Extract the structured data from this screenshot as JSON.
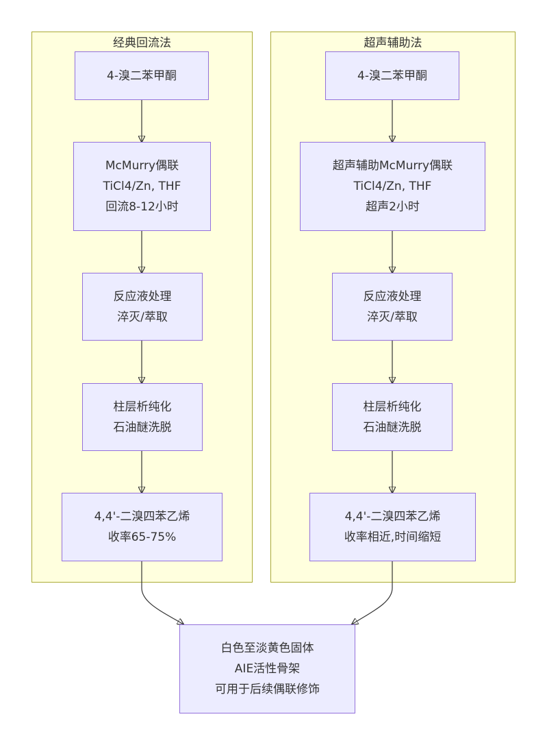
{
  "clusters": {
    "classic": {
      "title": "经典回流法"
    },
    "ultrasonic": {
      "title": "超声辅助法"
    }
  },
  "classic": {
    "start": {
      "line1": "4-溴二苯甲酮"
    },
    "coupling": {
      "line1": "McMurry偶联",
      "line2": "TiCl4/Zn, THF",
      "line3": "回流8-12小时"
    },
    "workup": {
      "line1": "反应液处理",
      "line2": "淬灭/萃取"
    },
    "column": {
      "line1": "柱层析纯化",
      "line2": "石油醚洗脱"
    },
    "product": {
      "line1": "4,4'-二溴四苯乙烯",
      "line2": "收率65-75%"
    }
  },
  "ultrasonic": {
    "start": {
      "line1": "4-溴二苯甲酮"
    },
    "coupling": {
      "line1": "超声辅助McMurry偶联",
      "line2": "TiCl4/Zn, THF",
      "line3": "超声2小时"
    },
    "workup": {
      "line1": "反应液处理",
      "line2": "淬灭/萃取"
    },
    "column": {
      "line1": "柱层析纯化",
      "line2": "石油醚洗脱"
    },
    "product": {
      "line1": "4,4'-二溴四苯乙烯",
      "line2": "收率相近,时间缩短"
    }
  },
  "final": {
    "line1": "白色至淡黄色固体",
    "line2": "AIE活性骨架",
    "line3": "可用于后续偶联修饰"
  },
  "colors": {
    "cluster_fill": "#ffffde",
    "cluster_border": "#aaaa33",
    "node_fill": "#ececff",
    "node_border": "#9370db",
    "edge": "#333333"
  }
}
